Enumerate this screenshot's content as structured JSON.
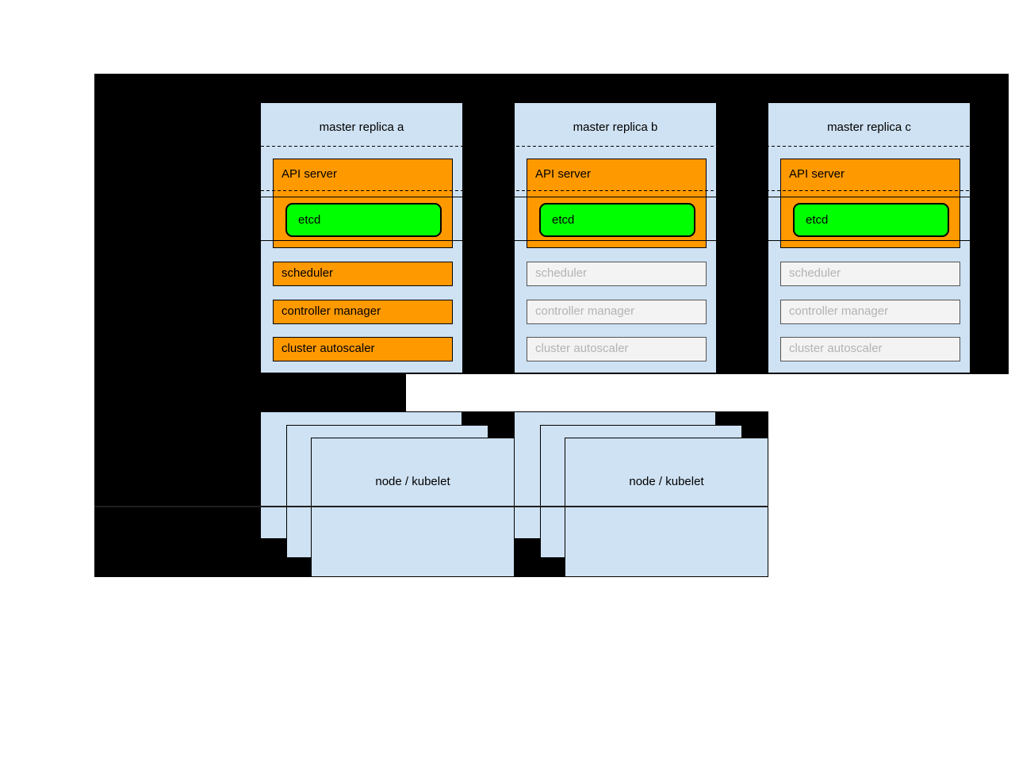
{
  "colors": {
    "background": "#ffffff",
    "region": "#000000",
    "box_fill": "#cfe2f3",
    "active_fill": "#ff9900",
    "etcd_fill": "#00ff00",
    "standby_fill": "#f3f3f3",
    "standby_text": "#b3b3b3"
  },
  "masters": [
    {
      "title": "master replica a",
      "api_server_label": "API server",
      "etcd_label": "etcd",
      "components": [
        {
          "label": "scheduler",
          "state": "active"
        },
        {
          "label": "controller manager",
          "state": "active"
        },
        {
          "label": "cluster autoscaler",
          "state": "active"
        }
      ]
    },
    {
      "title": "master replica b",
      "api_server_label": "API server",
      "etcd_label": "etcd",
      "components": [
        {
          "label": "scheduler",
          "state": "standby"
        },
        {
          "label": "controller manager",
          "state": "standby"
        },
        {
          "label": "cluster autoscaler",
          "state": "standby"
        }
      ]
    },
    {
      "title": "master replica c",
      "api_server_label": "API server",
      "etcd_label": "etcd",
      "components": [
        {
          "label": "scheduler",
          "state": "standby"
        },
        {
          "label": "controller manager",
          "state": "standby"
        },
        {
          "label": "cluster autoscaler",
          "state": "standby"
        }
      ]
    }
  ],
  "node_groups": [
    {
      "label": "node / kubelet"
    },
    {
      "label": "node / kubelet"
    }
  ]
}
